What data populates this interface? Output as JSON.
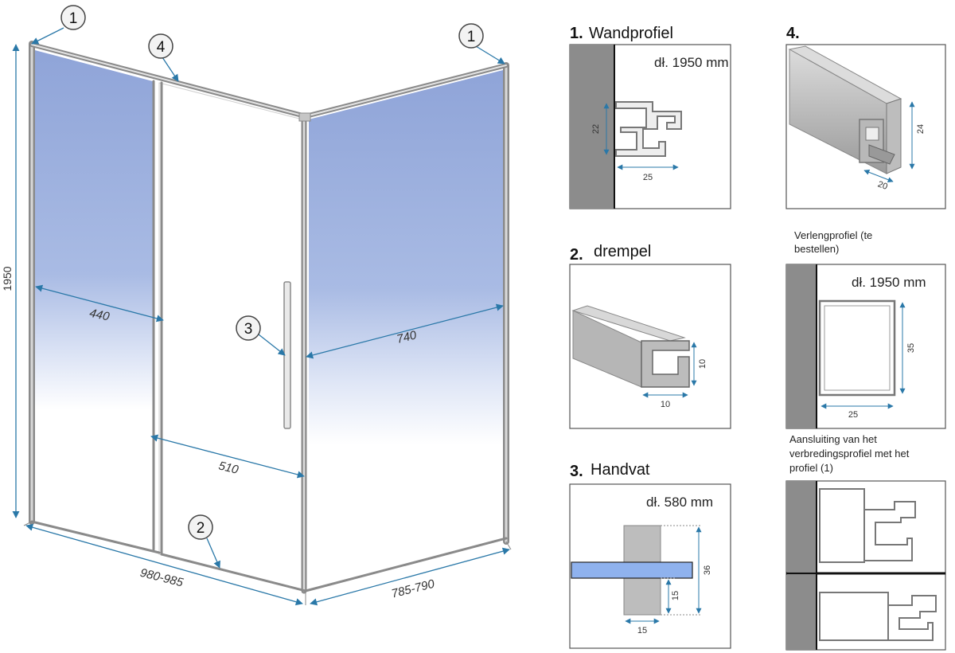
{
  "main_view": {
    "callouts": [
      "1",
      "4",
      "1",
      "3",
      "2"
    ],
    "dimensions": {
      "height": "1950",
      "fixed_panel_width": "440",
      "side_panel_width": "740",
      "door_width": "510",
      "front_width": "980-985",
      "side_width": "785-790"
    }
  },
  "details": [
    {
      "number": "1.",
      "title": "Wandprofiel",
      "length": "dł. 1950 mm",
      "dims": [
        "22",
        "25"
      ]
    },
    {
      "number": "4.",
      "title": "",
      "dims": [
        "24",
        "20"
      ]
    },
    {
      "number": "2.",
      "title": "drempel",
      "dims": [
        "10",
        "10"
      ]
    },
    {
      "caption": "Verlengprofiel (te bestellen)",
      "length": "dł. 1950 mm",
      "dims": [
        "35",
        "25"
      ]
    },
    {
      "number": "3.",
      "title": "Handvat",
      "length": "dł. 580 mm",
      "dims": [
        "36",
        "15",
        "15"
      ]
    },
    {
      "caption": "Aansluiting van het verbredingsprofiel met het profiel (1)"
    }
  ],
  "colors": {
    "glass_blue": "#8fa6d8",
    "dim_line": "#2a78a8",
    "frame": "#8a8a8a",
    "wall": "#8c8c8c",
    "handle_blue": "#8fb2ee"
  }
}
